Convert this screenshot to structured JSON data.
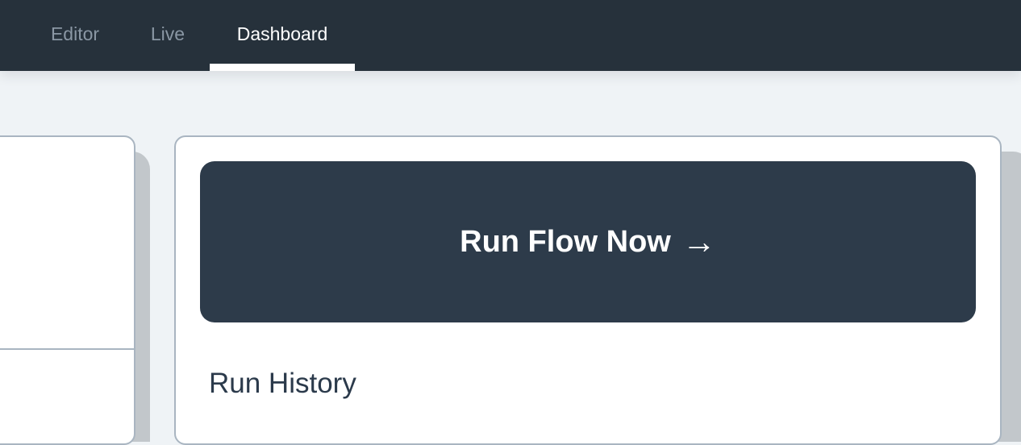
{
  "nav": {
    "tabs": [
      {
        "label": "Editor",
        "active": false
      },
      {
        "label": "Live",
        "active": false
      },
      {
        "label": "Dashboard",
        "active": true
      }
    ]
  },
  "dashboard": {
    "run_button_label": "Run Flow Now",
    "run_button_icon": "→",
    "history_title": "Run History"
  },
  "colors": {
    "topbar": "#26313b",
    "tab_inactive": "#8a97a4",
    "button_bg": "#2d3b4a",
    "page_bg": "#eff3f6",
    "panel_border": "#a9b5c1",
    "heading_text": "#2b3a4b"
  }
}
